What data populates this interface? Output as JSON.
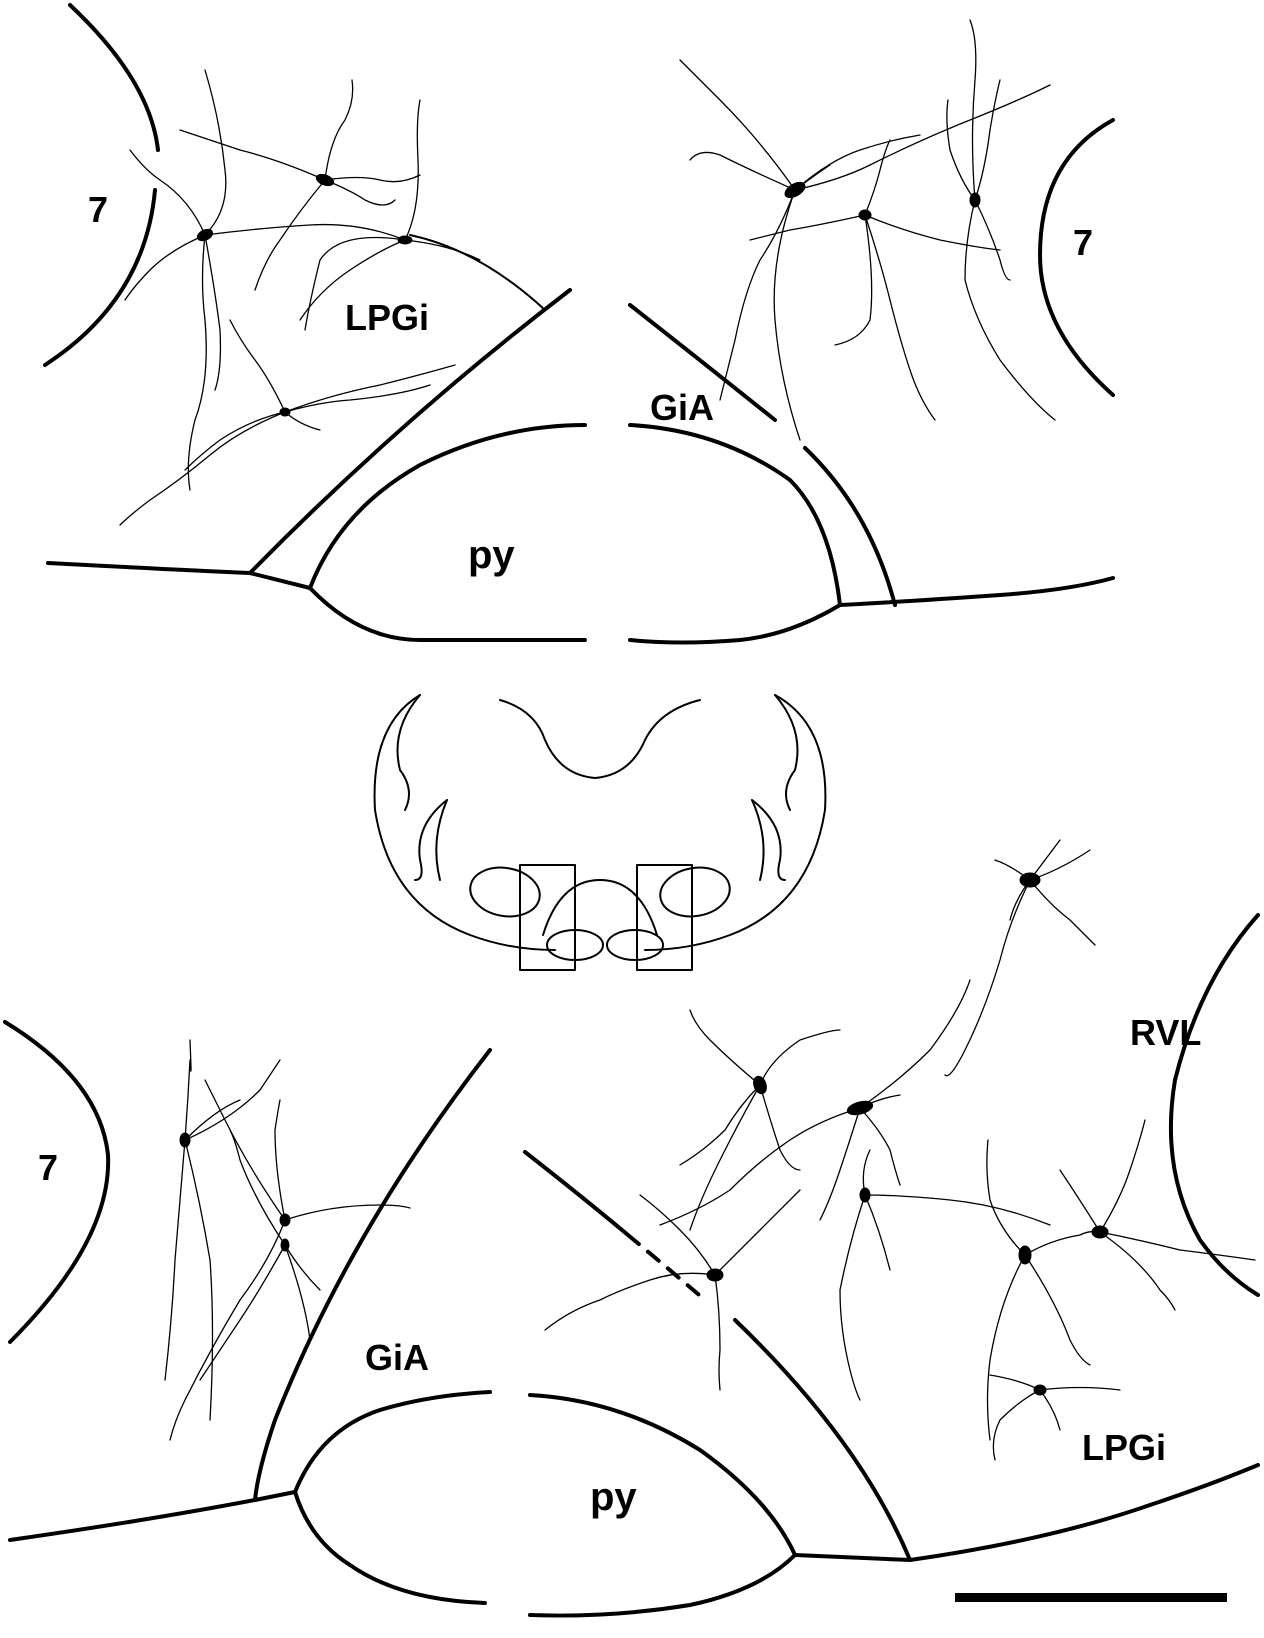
{
  "labels": {
    "top_left_nucleus": "7",
    "top_left_region": "LPGi",
    "top_right_region": "GiA",
    "top_right_nucleus": "7",
    "top_py": "py",
    "bottom_left_nucleus": "7",
    "bottom_left_region": "GiA",
    "bottom_py": "py",
    "bottom_right_region_upper": "RVL",
    "bottom_right_region_lower": "LPGi"
  },
  "colors": {
    "line": "#000000",
    "background": "#ffffff"
  }
}
